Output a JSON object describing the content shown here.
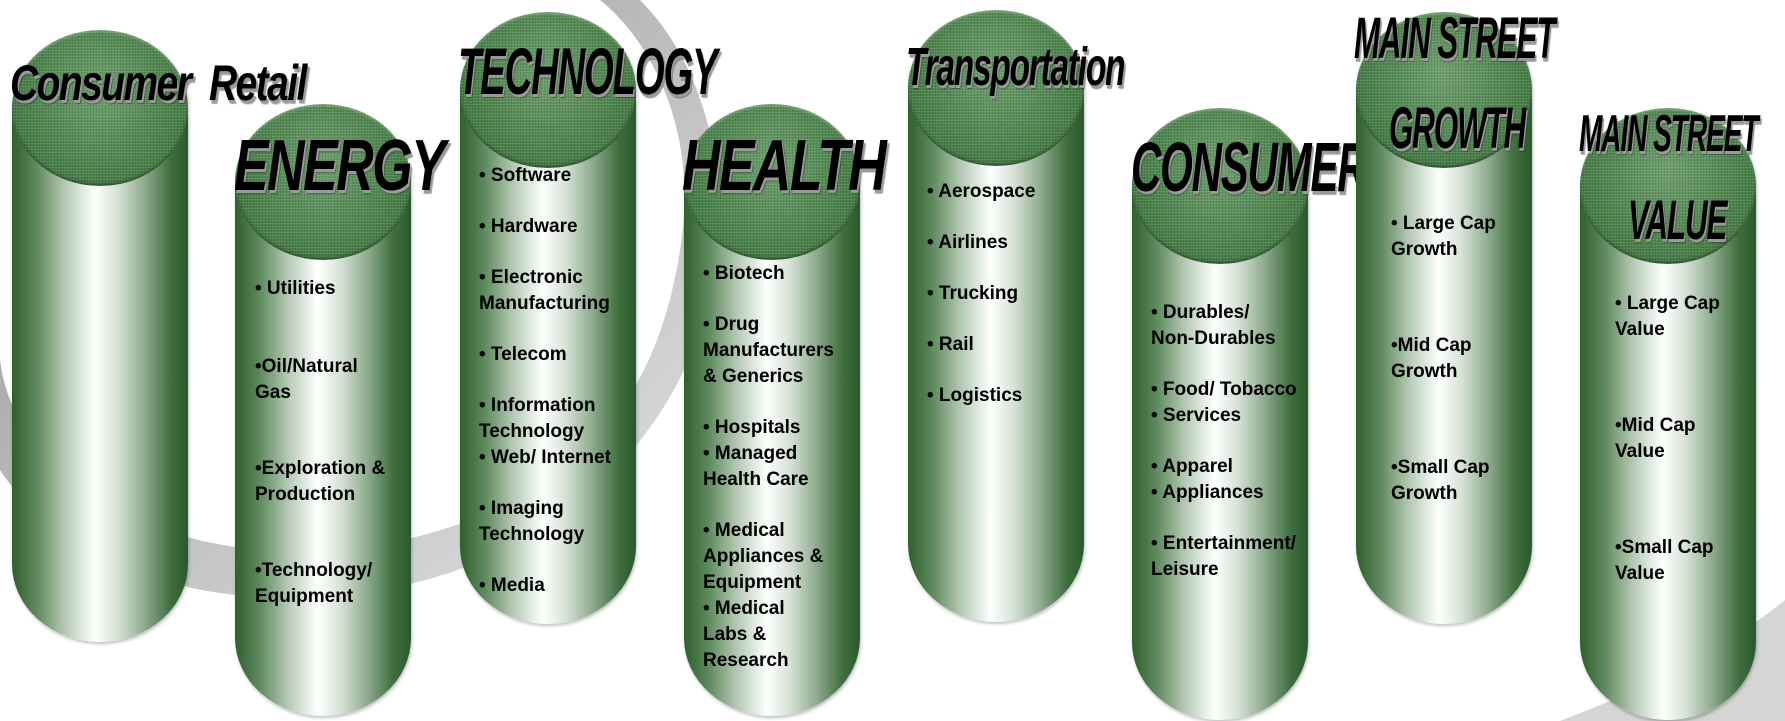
{
  "colors": {
    "cylinder_green": "#2e5f2e",
    "cap_green": "#4e8a4e",
    "text": "#000000",
    "swirl_gray": "#8c8c8c"
  },
  "columns": [
    {
      "title": "Consumer  Retail",
      "items": []
    },
    {
      "title": "ENERGY",
      "items": [
        "• Utilities",
        "•Oil/Natural\nGas",
        "•Exploration &\nProduction",
        "•Technology/\nEquipment"
      ]
    },
    {
      "title": "TECHNOLOGY",
      "items": [
        "• Software",
        "• Hardware",
        "• Electronic\nManufacturing",
        "• Telecom",
        "• Information\nTechnology",
        "• Web/ Internet",
        "• Imaging\nTechnology",
        "• Media"
      ]
    },
    {
      "title": "HEALTH",
      "items": [
        "• Biotech",
        "• Drug\nManufacturers\n& Generics",
        "• Hospitals",
        "• Managed\nHealth Care",
        "• Medical\nAppliances &\nEquipment",
        "• Medical\nLabs &\nResearch"
      ]
    },
    {
      "title": "Transportation",
      "items": [
        "• Aerospace",
        "• Airlines",
        "• Trucking",
        "• Rail",
        "• Logistics"
      ]
    },
    {
      "title": "CONSUMER",
      "items": [
        "• Durables/\nNon-Durables",
        "• Food/ Tobacco",
        "• Services",
        "• Apparel",
        "• Appliances",
        "• Entertainment/\nLeisure"
      ]
    },
    {
      "title_line1": "MAIN STREET",
      "title_line2": "GROWTH",
      "items": [
        "• Large Cap\nGrowth",
        "•Mid Cap\nGrowth",
        "•Small Cap\nGrowth"
      ]
    },
    {
      "title_line1": "MAIN STREET",
      "title_line2": "VALUE",
      "items": [
        "• Large Cap\nValue",
        "•Mid Cap\nValue",
        "•Small Cap\nValue"
      ]
    }
  ]
}
